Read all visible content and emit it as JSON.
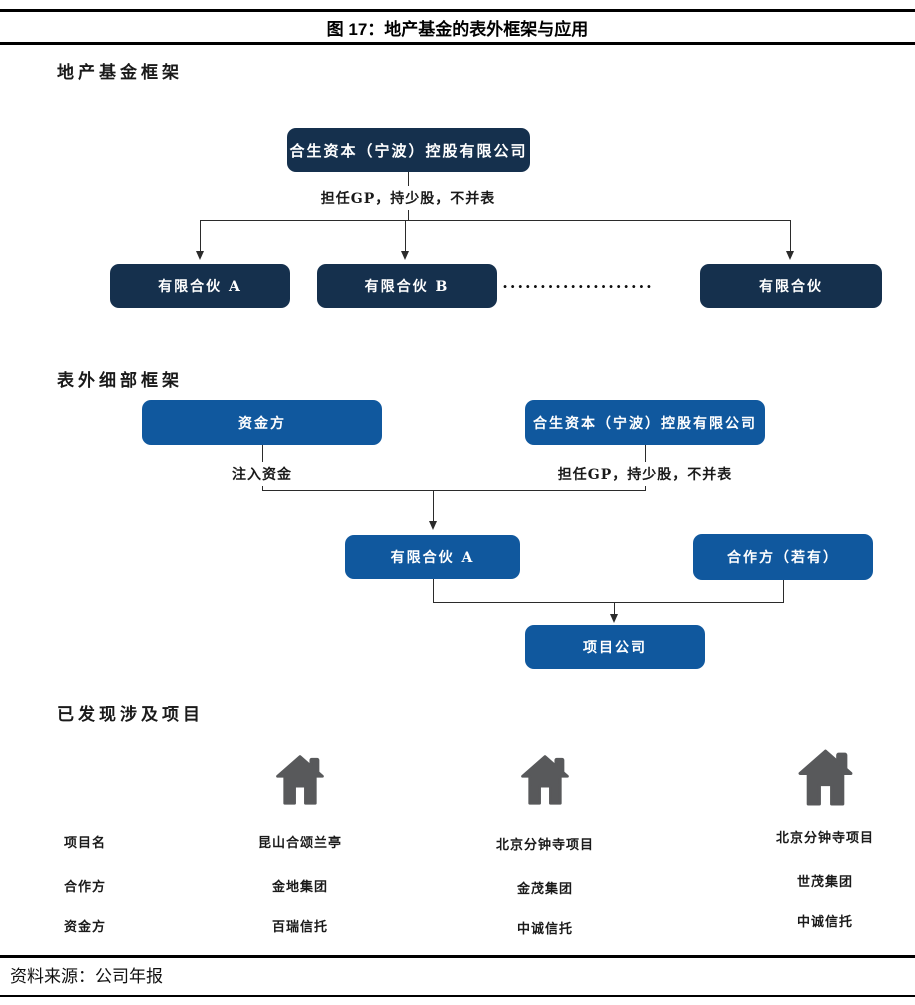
{
  "header": {
    "title": "图 17：地产基金的表外框架与应用"
  },
  "section1": {
    "label": "地产基金框架",
    "parent": "合生资本（宁波）控股有限公司",
    "edge_label": "担任GP，持少股，不并表",
    "children": [
      "有限合伙 A",
      "有限合伙 B",
      "有限合伙"
    ],
    "ellipsis": "····················"
  },
  "section2": {
    "label": "表外细部框架",
    "funder": "资金方",
    "gp_company": "合生资本（宁波）控股有限公司",
    "funder_edge_label": "注入资金",
    "gp_edge_label": "担任GP，持少股，不并表",
    "partnership": "有限合伙 A",
    "partner": "合作方（若有）",
    "project_company": "项目公司"
  },
  "section3": {
    "label": "已发现涉及项目",
    "row_labels": [
      "项目名",
      "合作方",
      "资金方"
    ],
    "projects": [
      {
        "name": "昆山合颂兰亭",
        "partner": "金地集团",
        "funder": "百瑞信托"
      },
      {
        "name": "北京分钟寺项目",
        "partner": "金茂集团",
        "funder": "中诚信托"
      },
      {
        "name": "北京分钟寺项目",
        "partner": "世茂集团",
        "funder": "中诚信托"
      }
    ]
  },
  "footer": {
    "source": "资料来源：公司年报"
  },
  "colors": {
    "dark_navy": "#15304d",
    "medium_blue": "#10589e",
    "line": "#2b2b2b",
    "house_gray": "#58595b"
  }
}
